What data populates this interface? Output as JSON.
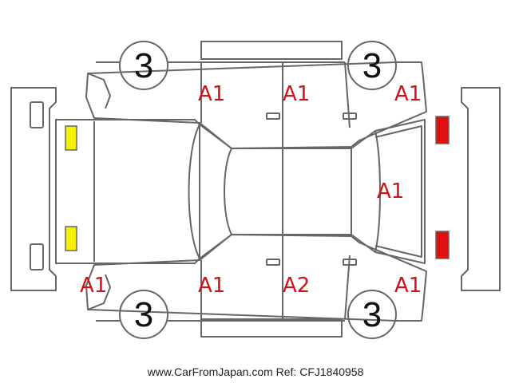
{
  "colors": {
    "line": "#555555",
    "damage_mark": "#d01218",
    "headlight": "#f5f000",
    "taillight": "#e01010"
  },
  "wheels": {
    "front_left": "3",
    "rear_left": "3",
    "front_right": "3",
    "rear_right": "3"
  },
  "marks": {
    "top_front_door": "A1",
    "top_rear_door": "A1",
    "top_rear_quarter": "A1",
    "rear_window": "A1",
    "bottom_front_fender": "A1",
    "bottom_front_door": "A1",
    "bottom_rear_door": "A2",
    "bottom_rear_quarter": "A1"
  },
  "watermark": "www.CarFromJapan.com Ref: CFJ1840958"
}
